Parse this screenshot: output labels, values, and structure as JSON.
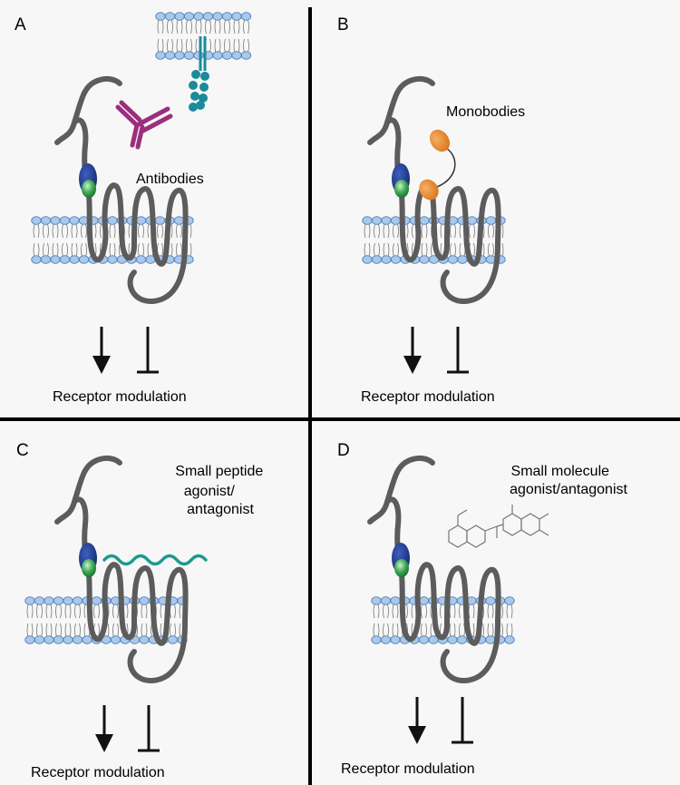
{
  "panels": [
    {
      "letter": "A",
      "ligand_lines": [
        "Antibodies"
      ],
      "ligand_icon": "antibody-icon",
      "modulation_label": "Receptor modulation"
    },
    {
      "letter": "B",
      "ligand_lines": [
        "Monobodies"
      ],
      "ligand_icon": "monobody-icon",
      "modulation_label": "Receptor modulation"
    },
    {
      "letter": "C",
      "ligand_lines": [
        "Small peptide",
        "agonist/",
        "antagonist"
      ],
      "ligand_icon": "peptide-icon",
      "modulation_label": "Receptor modulation"
    },
    {
      "letter": "D",
      "ligand_lines": [
        "Small molecule",
        "agonist/antagonist"
      ],
      "ligand_icon": "small-molecule-icon",
      "modulation_label": "Receptor modulation"
    }
  ],
  "colors": {
    "membrane_head": "#a9c8ea",
    "membrane_head_stroke": "#4f7fb8",
    "receptor": "#5c5c5c",
    "domain_blue": "#1f3a8a",
    "domain_green": "#2f9a46",
    "antibody": "#9b2f7c",
    "monobody": "#e8892c",
    "peptide": "#1b9a8e",
    "divider": "#000000"
  }
}
